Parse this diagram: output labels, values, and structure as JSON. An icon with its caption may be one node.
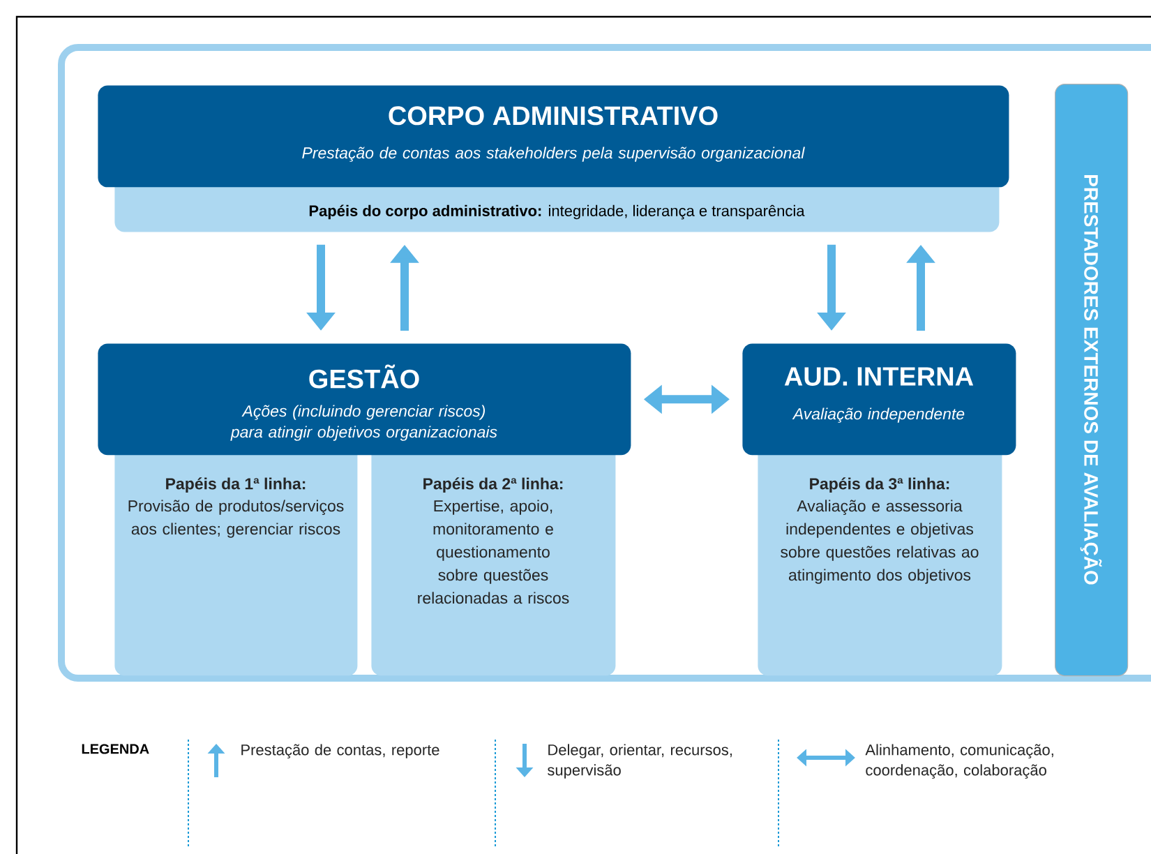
{
  "diagram": {
    "nodes": [
      {
        "text": [
          "CORPO ADMINISTRATIVO",
          "Prestação de contas aos stakeholders pela supervisão organizacional"
        ]
      },
      {
        "text": [
          "**Papéis do corpo administrativo:** integridade, liderança e transparência"
        ]
      },
      {
        "text": [
          "GESTÃO",
          "Ações (incluindo gerenciar riscos) para atingir objetivos organizacionais"
        ]
      },
      {
        "text": [
          "AUD. INTERNA",
          "Avaliação independente"
        ]
      },
      {
        "text": [
          "Papéis da 1ª linha:",
          "Provisão de produtos/serviços aos clientes; gerenciar riscos"
        ]
      },
      {
        "text": [
          "Papéis da 2ª linha:",
          "Expertise, apoio, monitoramento e questionamento sobre questões relacionadas a riscos"
        ]
      },
      {
        "text": [
          "Papéis da 3ª linha:",
          "Avaliação e assessoria independentes e objetivas sobre questões relativas ao atingimento dos objetivos"
        ]
      },
      {
        "text": [
          "PRESTADORES EXTERNOS DE AVALIAÇÃO"
        ]
      }
    ],
    "edges": [
      {
        "from": 1,
        "to": 2,
        "arrow": "to"
      },
      {
        "from": 2,
        "to": 1,
        "arrow": "to"
      },
      {
        "from": 1,
        "to": 3,
        "arrow": "to"
      },
      {
        "from": 3,
        "to": 1,
        "arrow": "to"
      },
      {
        "from": 2,
        "to": 3,
        "arrow": "both"
      }
    ],
    "labels": [
      "LEGENDA"
    ],
    "legend": [
      {
        "text": "Prestação de contas, reporte"
      },
      {
        "text": "Delegar, orientar, recursos, supervisão"
      },
      {
        "text": "Alinhamento, comunicação, coordenação, colaboração"
      }
    ]
  }
}
